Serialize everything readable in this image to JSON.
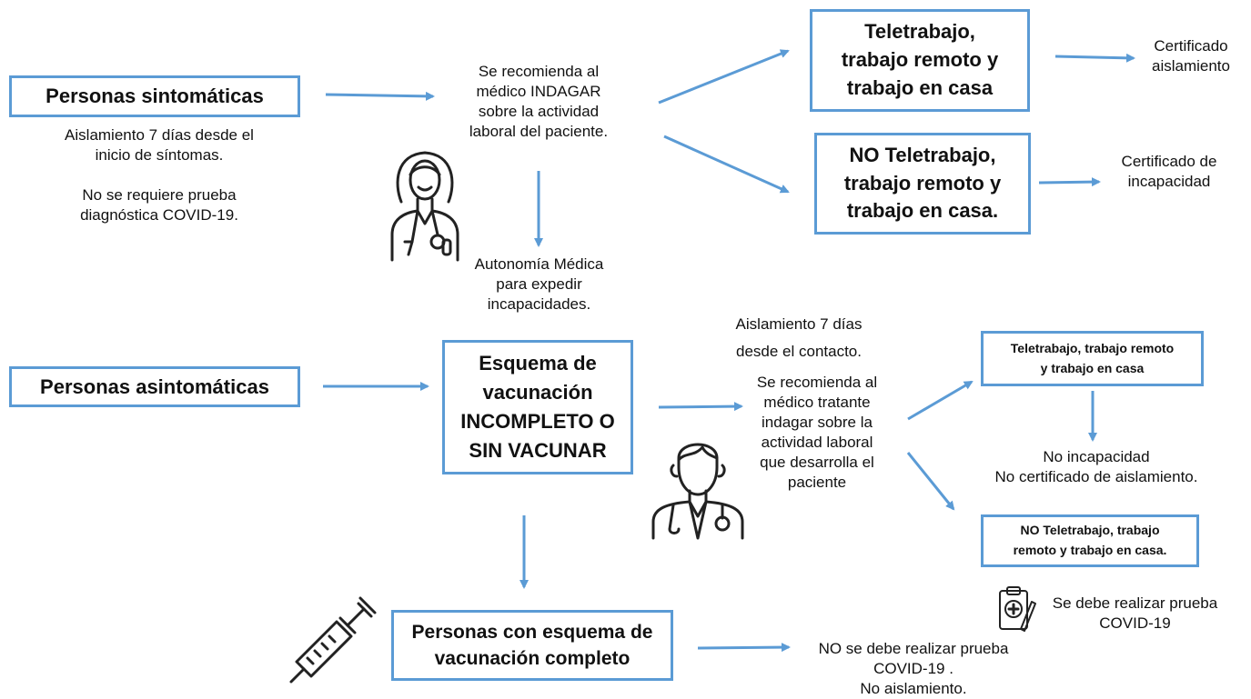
{
  "symptomatic": {
    "box": "Personas sintomáticas",
    "note": "Aislamiento 7 días desde el\ninicio de síntomas.\n\nNo se requiere prueba\ndiagnóstica COVID-19."
  },
  "doctor_advice_1": "Se recomienda al\nmédico INDAGAR\nsobre la actividad\nlaboral del paciente.",
  "medical_autonomy": "Autonomía Médica\npara expedir\nincapacidades.",
  "telework_top": {
    "box": "Teletrabajo,\ntrabajo remoto y\ntrabajo en casa",
    "result": "Certificado\naislamiento"
  },
  "no_telework_top": {
    "box": "NO Teletrabajo,\ntrabajo remoto y\ntrabajo en casa.",
    "result": "Certificado de\nincapacidad"
  },
  "asymptomatic": {
    "box": "Personas asintomáticas"
  },
  "incomplete_scheme": {
    "box": "Esquema de\nvacunación\nINCOMPLETO O\nSIN VACUNAR"
  },
  "contact_isolation": "Aislamiento 7 días\ndesde el contacto.",
  "doctor_advice_2": "Se recomienda al\nmédico tratante\nindagar sobre la\nactividad laboral\nque desarrolla el\npaciente",
  "telework_bottom": {
    "box": "Teletrabajo, trabajo remoto\ny trabajo en casa",
    "result": "No incapacidad\nNo certificado de aislamiento."
  },
  "no_telework_bottom": {
    "box": "NO Teletrabajo, trabajo\nremoto y trabajo en casa.",
    "result": "Se debe realizar prueba\nCOVID-19"
  },
  "complete_scheme": {
    "box": "Personas con esquema de\nvacunación completo",
    "result": "NO se debe realizar prueba\nCOVID-19 .\nNo aislamiento."
  },
  "colors": {
    "border": "#5b9bd5",
    "arrow": "#5b9bd5",
    "icon": "#222222"
  },
  "icons": [
    "female-doctor-icon",
    "male-doctor-icon",
    "syringe-icon",
    "medical-clipboard-icon"
  ]
}
